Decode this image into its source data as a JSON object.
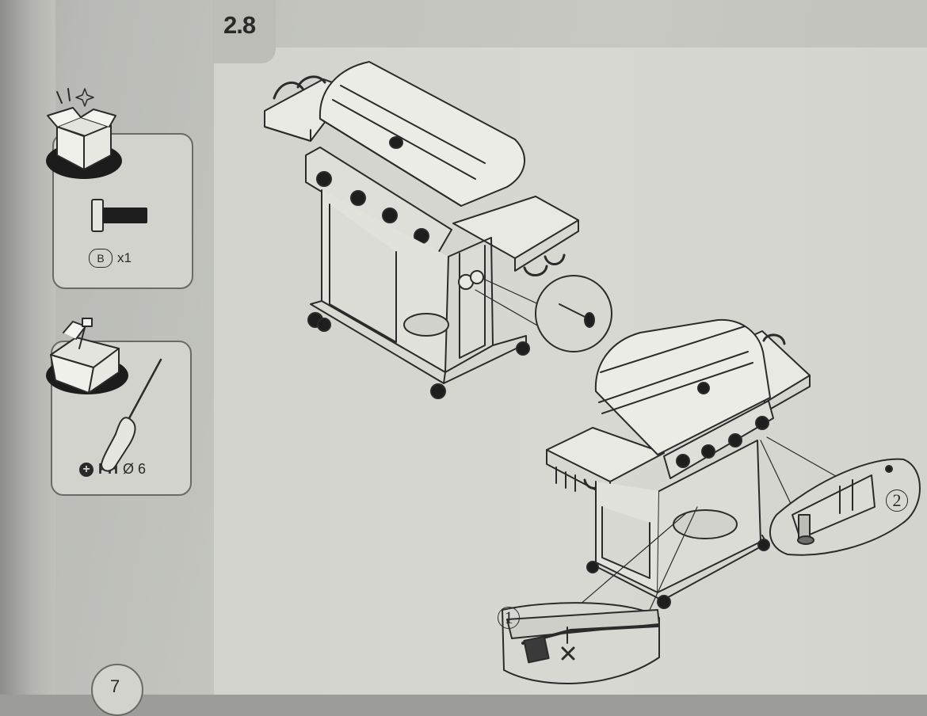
{
  "step": {
    "number": "2.8"
  },
  "parts": {
    "badge": "B",
    "quantity": "x1",
    "icon": "bolt-icon"
  },
  "tools": {
    "prefix": "PH",
    "diameter": "Ø 6",
    "icon": "phillips-screwdriver-icon"
  },
  "callouts": {
    "first": "1",
    "second": "2"
  },
  "page": {
    "number": "7"
  }
}
